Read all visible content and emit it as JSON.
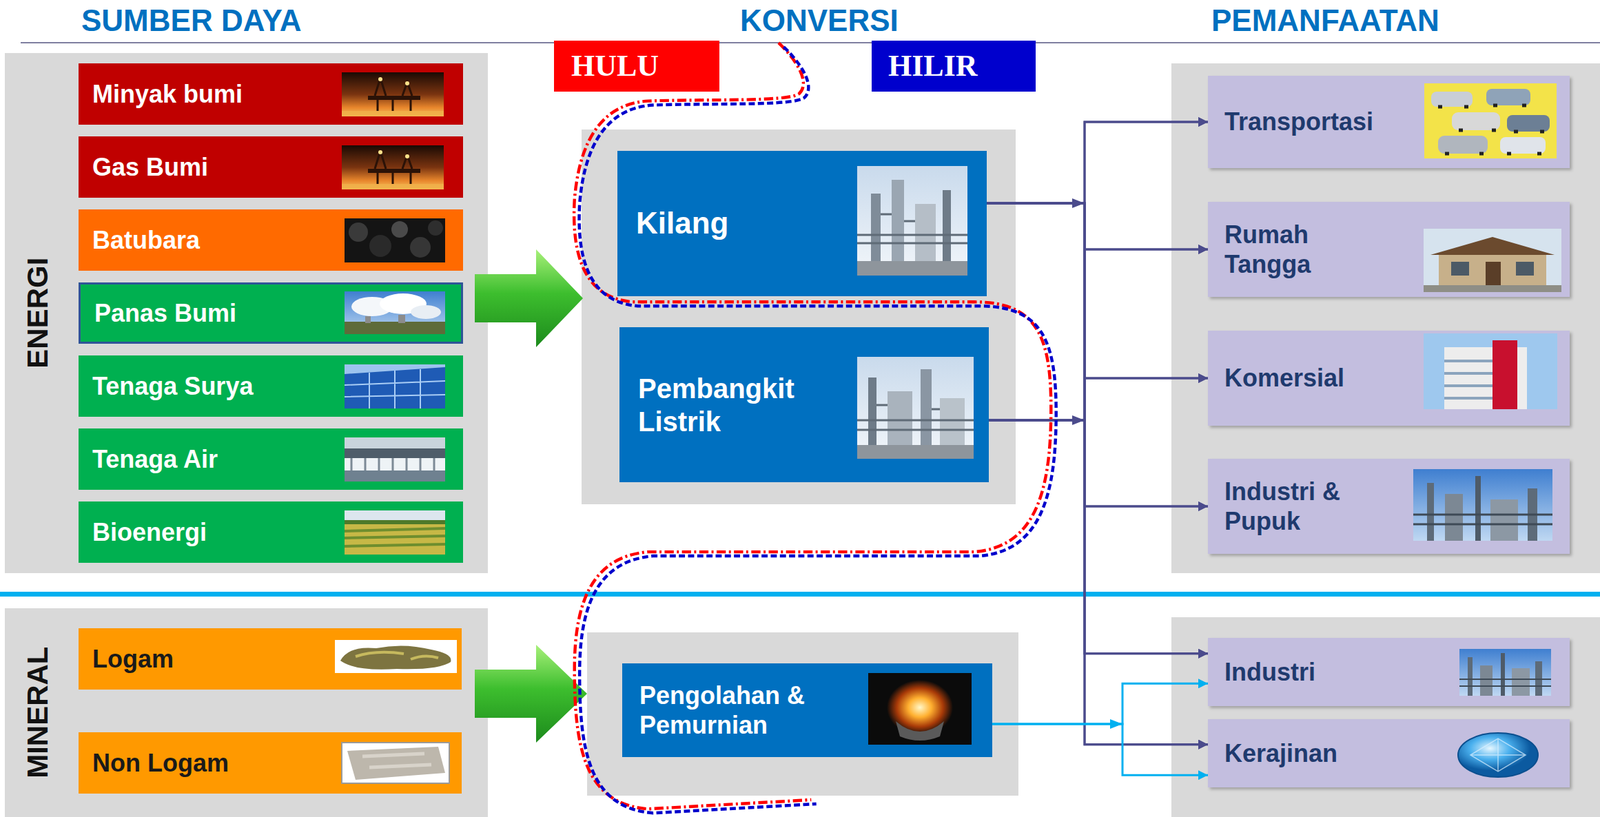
{
  "diagram": {
    "nodes": [
      {
        "text": [
          "HULU"
        ]
      },
      {
        "text": [
          "HILIR"
        ]
      },
      {
        "text": [
          "ENERGI"
        ]
      },
      {
        "text": [
          "Minyak bumi"
        ],
        "in": 2
      },
      {
        "text": [
          "Gas Bumi"
        ],
        "in": 2
      },
      {
        "text": [
          "Batubara"
        ],
        "in": 2
      },
      {
        "text": [
          "Panas Bumi"
        ],
        "in": 2
      },
      {
        "text": [
          "Tenaga Surya"
        ],
        "in": 2
      },
      {
        "text": [
          "Tenaga Air"
        ],
        "in": 2
      },
      {
        "text": [
          "Bioenergi"
        ],
        "in": 2
      },
      {
        "text": [
          "Kilang"
        ]
      },
      {
        "text": [
          "Pembangkit Listrik"
        ]
      },
      {
        "text": [
          "Transportasi"
        ]
      },
      {
        "text": [
          "Rumah Tangga"
        ]
      },
      {
        "text": [
          "Komersial"
        ]
      },
      {
        "text": [
          "Industri & Pupuk"
        ]
      },
      {
        "text": [
          "MINERAL"
        ]
      },
      {
        "text": [
          "Logam"
        ],
        "in": 16
      },
      {
        "text": [
          "Non Logam"
        ],
        "in": 16
      },
      {
        "text": [
          "Pengolahan & Pemurnian"
        ]
      },
      {
        "text": [
          "Industri"
        ]
      },
      {
        "text": [
          "Kerajinan"
        ]
      }
    ],
    "edges": [
      {
        "from": 10,
        "to": 12,
        "arrow": "to"
      },
      {
        "from": 10,
        "to": 13,
        "arrow": "to"
      },
      {
        "from": 10,
        "to": 14,
        "arrow": "to"
      },
      {
        "from": 10,
        "to": 15,
        "arrow": "to"
      },
      {
        "from": 10,
        "to": 20,
        "arrow": "to"
      },
      {
        "from": 10,
        "to": 21,
        "arrow": "to"
      },
      {
        "from": 11,
        "to": 12,
        "arrow": "to"
      },
      {
        "from": 11,
        "to": 13,
        "arrow": "to"
      },
      {
        "from": 11,
        "to": 14,
        "arrow": "to"
      },
      {
        "from": 11,
        "to": 15,
        "arrow": "to"
      },
      {
        "from": 11,
        "to": 20,
        "arrow": "to"
      },
      {
        "from": 11,
        "to": 21,
        "arrow": "to"
      },
      {
        "from": 19,
        "to": 20,
        "arrow": "to"
      },
      {
        "from": 19,
        "to": 21,
        "arrow": "to"
      }
    ],
    "labels": [
      "SUMBER DAYA",
      "KONVERSI",
      "PEMANFAATAN"
    ]
  }
}
